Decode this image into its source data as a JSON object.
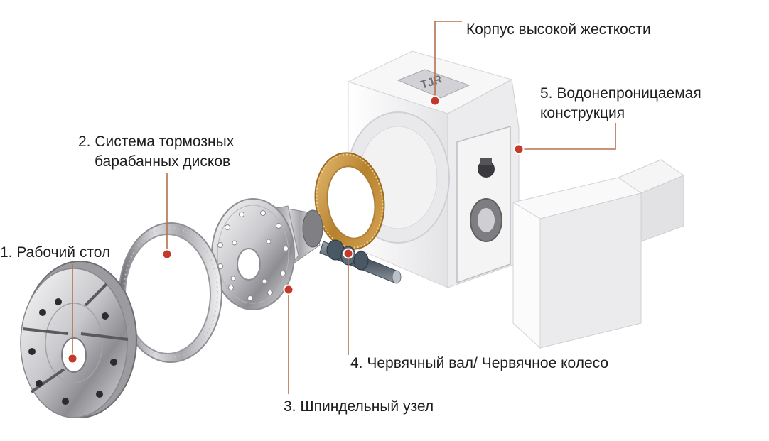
{
  "labels": {
    "housing": "Корпус высокой жесткости",
    "waterproof_line1": "5. Водонепроницаемая",
    "waterproof_line2": "конструкция",
    "brake_line1": "2. Система тормозных",
    "brake_line2": "барабанных дисков",
    "table": "1. Рабочий стол",
    "worm": "4. Червячный вал/ Червячное колесо",
    "spindle": "3. Шпиндельный узел"
  },
  "housing_nameplate": "TJR",
  "colors": {
    "callout_line": "#b5714e",
    "callout_dot": "#c43a2a",
    "metal_light": "#e9e9ec",
    "metal_dark": "#8d8d92",
    "bronze": "#c8963e",
    "housing": "#f4f4f5",
    "worm_shaft": "#3e5a7a",
    "text": "#1e1e1e"
  }
}
